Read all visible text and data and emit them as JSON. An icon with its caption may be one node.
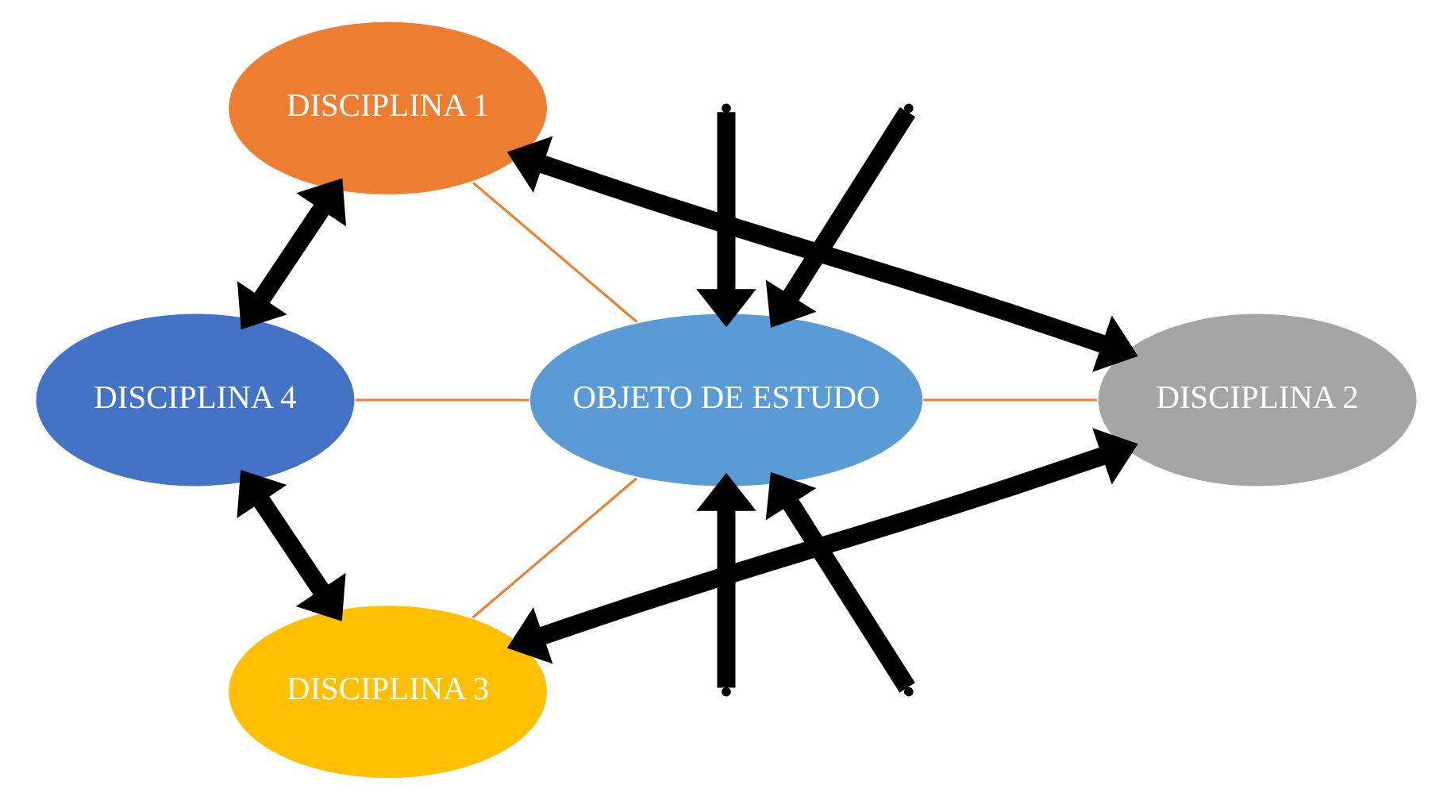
{
  "diagram": {
    "nodes": [
      {
        "text": [
          "DISCIPLINA 1"
        ]
      },
      {
        "text": [
          "DISCIPLINA 4"
        ]
      },
      {
        "text": [
          "OBJETO DE ESTUDO"
        ]
      },
      {
        "text": [
          "DISCIPLINA 2"
        ]
      },
      {
        "text": [
          "DISCIPLINA 3"
        ]
      }
    ],
    "edges": [
      {
        "from": 2,
        "to": 0,
        "arrow": "none",
        "color": "#ed7d31"
      },
      {
        "from": 2,
        "to": 1,
        "arrow": "none",
        "color": "#ed7d31"
      },
      {
        "from": 2,
        "to": 3,
        "arrow": "none",
        "color": "#ed7d31"
      },
      {
        "from": 2,
        "to": 4,
        "arrow": "none",
        "color": "#ed7d31"
      },
      {
        "from": 1,
        "to": 0,
        "arrow": "both",
        "color": "#000000"
      },
      {
        "from": null,
        "to": 2,
        "arrow": "to",
        "color": "#000000"
      },
      {
        "from": 0,
        "to": 3,
        "arrow": "both",
        "color": "#000000"
      },
      {
        "from": null,
        "to": 2,
        "arrow": "to",
        "color": "#000000"
      },
      {
        "from": 1,
        "to": 4,
        "arrow": "both",
        "color": "#000000"
      },
      {
        "from": null,
        "to": 2,
        "arrow": "to",
        "color": "#000000"
      },
      {
        "from": 4,
        "to": 3,
        "arrow": "both",
        "color": "#000000"
      },
      {
        "from": null,
        "to": 2,
        "arrow": "to",
        "color": "#000000"
      }
    ]
  }
}
